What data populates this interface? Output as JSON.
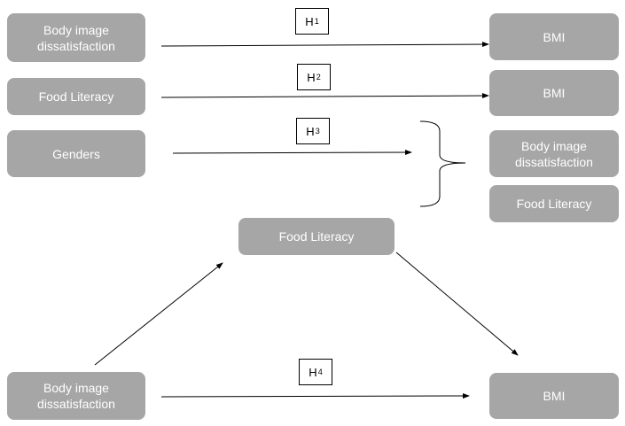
{
  "colors": {
    "box_fill": "#a6a6a6",
    "box_text": "#ffffff",
    "arrow": "#000000"
  },
  "boxes": {
    "h1_source": "Body image dissatisfaction",
    "h1_target": "BMI",
    "h2_source": "Food Literacy",
    "h2_target": "BMI",
    "h3_source": "Genders",
    "h3_target_1": "Body image dissatisfaction",
    "h3_target_2": "Food Literacy",
    "mediator": "Food Literacy",
    "h4_source": "Body image dissatisfaction",
    "h4_target": "BMI"
  },
  "hypotheses": {
    "h1": {
      "letter": "H",
      "index": "1"
    },
    "h2": {
      "letter": "H",
      "index": "2"
    },
    "h3": {
      "letter": "H",
      "index": "3"
    },
    "h4": {
      "letter": "H",
      "index": "4"
    }
  }
}
